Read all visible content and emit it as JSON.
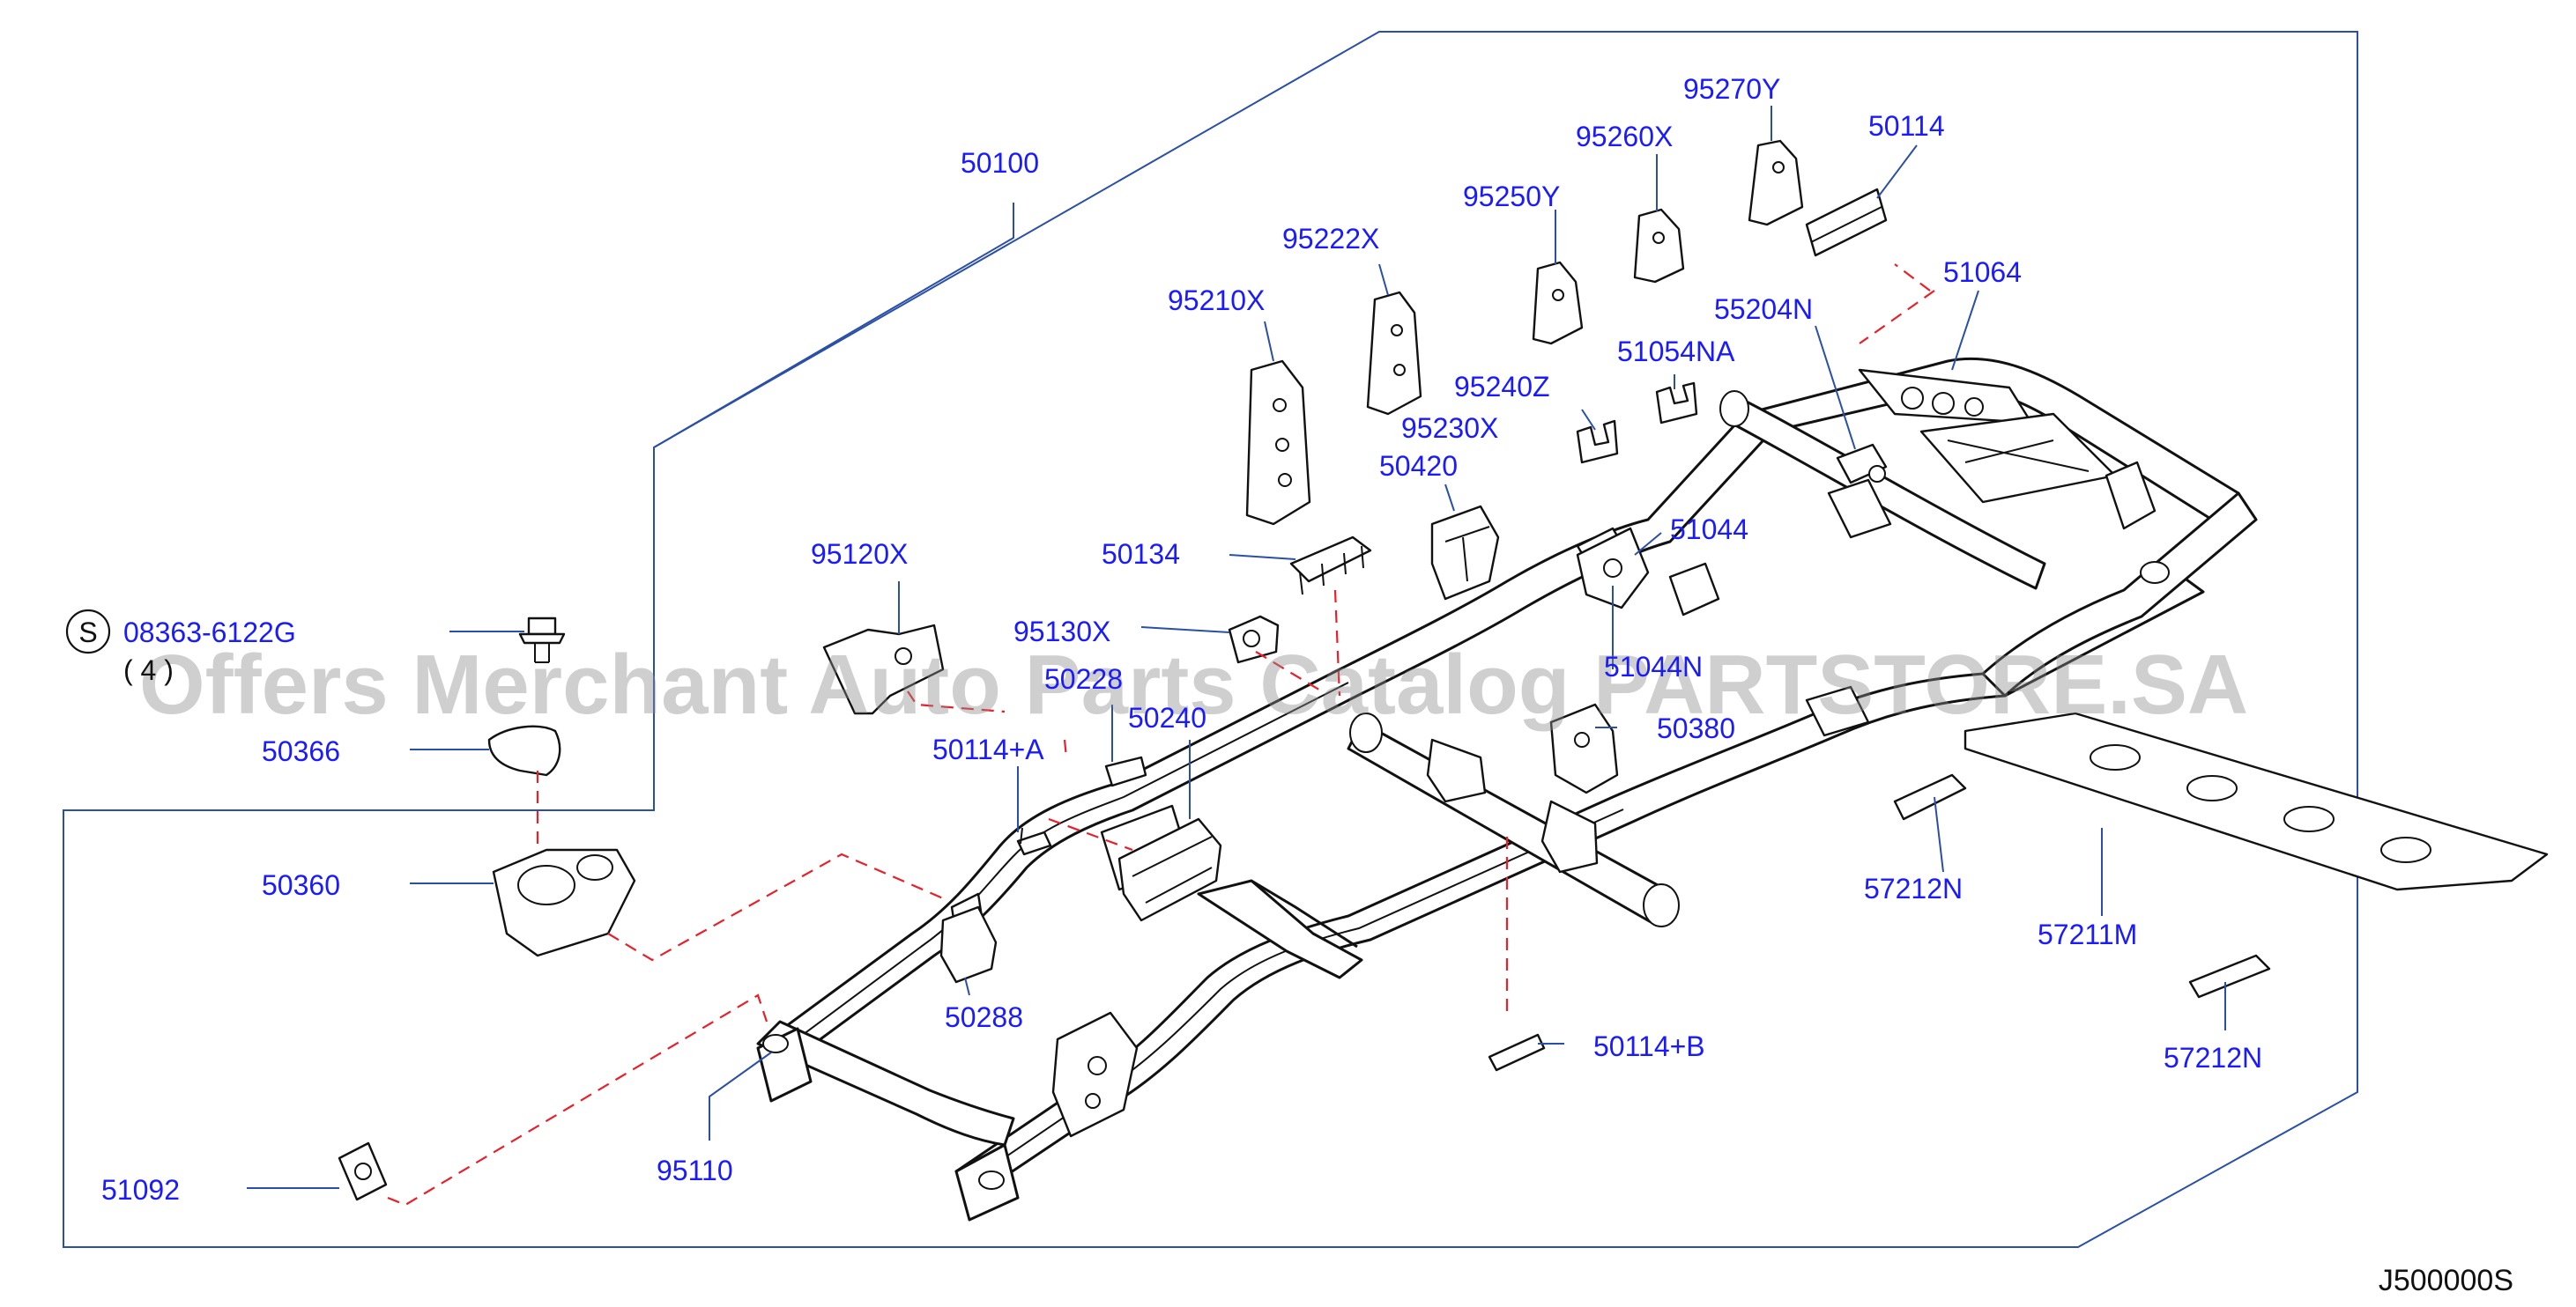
{
  "diagram": {
    "watermark": "Offers Merchant Auto Parts Catalog PARTSTORE.SA",
    "drawing_code": "J500000S",
    "fastener_symbol": "S",
    "fastener_part_number": "08363-6122G",
    "fastener_quantity": "( 4 )",
    "colors": {
      "label": "#1a1aff",
      "leader": "#2a4fa8",
      "association": "#e8202a",
      "drawing": "#111111",
      "watermark": "#8c8c8c"
    },
    "labels": {
      "p50100": "50100",
      "p95270y": "95270Y",
      "p50114": "50114",
      "p95260x": "95260X",
      "p95250y": "95250Y",
      "p95222x": "95222X",
      "p51064": "51064",
      "p95210x": "95210X",
      "p55204n": "55204N",
      "p51054na": "51054NA",
      "p95240z": "95240Z",
      "p95230x": "95230X",
      "p50420": "50420",
      "p51044": "51044",
      "p95120x": "95120X",
      "p50134": "50134",
      "p95130x": "95130X",
      "p50228": "50228",
      "p51044n": "51044N",
      "p50240": "50240",
      "p50380": "50380",
      "p50366": "50366",
      "p50114a": "50114+A",
      "p57212n_a": "57212N",
      "p50360": "50360",
      "p57211m": "57211M",
      "p50288": "50288",
      "p50114b": "50114+B",
      "p57212n_b": "57212N",
      "p95110": "95110",
      "p51092": "51092"
    }
  }
}
